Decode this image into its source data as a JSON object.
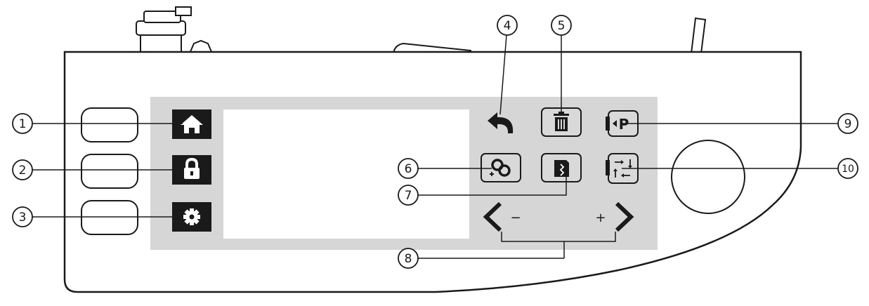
{
  "callouts": [
    {
      "number": "1",
      "target": "home-button"
    },
    {
      "number": "2",
      "target": "lock-button"
    },
    {
      "number": "3",
      "target": "settings-button"
    },
    {
      "number": "4",
      "target": "back-button"
    },
    {
      "number": "5",
      "target": "delete-button"
    },
    {
      "number": "6",
      "target": "combine-button"
    },
    {
      "number": "7",
      "target": "memory-button"
    },
    {
      "number": "8",
      "target": "minus-plus-buttons"
    },
    {
      "number": "9",
      "target": "position-button"
    },
    {
      "number": "10",
      "target": "direction-button"
    }
  ],
  "buttons": {
    "position_letter": "P",
    "minus_sign": "−",
    "plus_sign": "+"
  },
  "colors": {
    "outline": "#1a1a1a",
    "panel": "#d6d6d6",
    "dark_button": "#1a1a1a",
    "light_button": "#d9d9d9",
    "screen": "#ffffff"
  },
  "icons": [
    "home-icon",
    "lock-icon",
    "gear-icon",
    "undo-arrow-icon",
    "trash-icon",
    "chain-link-icon",
    "folder-memory-icon",
    "position-p-icon",
    "direction-arrows-icon",
    "chevron-left-icon",
    "chevron-right-icon"
  ]
}
